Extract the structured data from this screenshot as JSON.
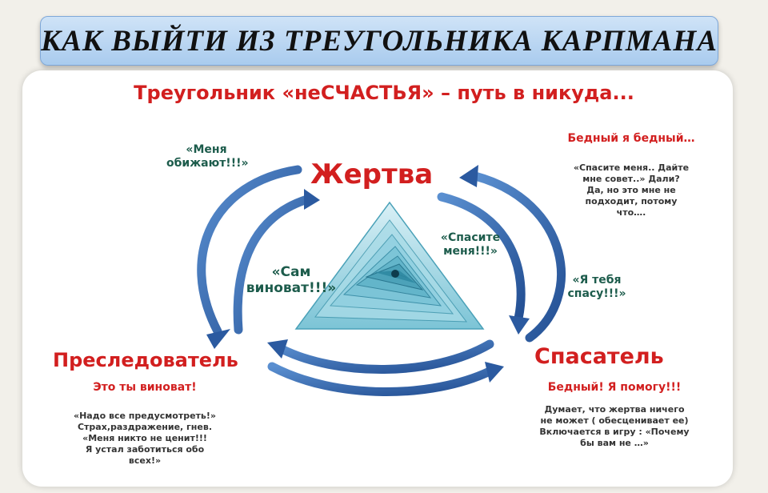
{
  "header": {
    "title": "КАК ВЫЙТИ ИЗ ТРЕУГОЛЬНИКА КАРПМАНА",
    "subtitle": "Треугольник «неСЧАСТЬЯ» – путь в никуда..."
  },
  "roles": {
    "victim": "Жертва",
    "persecutor": "Преследователь",
    "rescuer": "Спасатель"
  },
  "quotes": {
    "offended_line1": "«Меня",
    "offended_line2": "обижают!!!»",
    "save_me_line1": "«Спасите",
    "save_me_line2": "меня!!!»",
    "own_fault_line1": "«Сам",
    "own_fault_line2": "виноват!!!»",
    "ill_save_line1": "«Я тебя",
    "ill_save_line2": "спасу!!!»"
  },
  "victim_note": {
    "heading": "Бедный я бедный…",
    "lines": [
      "«Спасите меня.. Дайте",
      "мне совет..»  Дали?",
      "Да, но это мне не",
      "подходит,  потому",
      "что…."
    ]
  },
  "persecutor_note": {
    "heading": "Это ты виноват!",
    "lines": [
      "«Надо все предусмотреть!»",
      "Страх,раздражение, гнев.",
      "«Меня никто не ценит!!!",
      "Я устал заботиться обо",
      "всех!»"
    ]
  },
  "rescuer_note": {
    "heading": "Бедный!  Я  помогу!!!",
    "lines": [
      "Думает, что жертва ничего",
      "не может ( обесценивает ее)",
      "Включается в игру : «Почему",
      "бы вам не …»"
    ]
  },
  "colors": {
    "accent_red": "#d21f1f",
    "arrow_blue": "#3f6fb4",
    "triangle_teal": "#5fb3c8",
    "quote_green": "#1d5c4c"
  }
}
